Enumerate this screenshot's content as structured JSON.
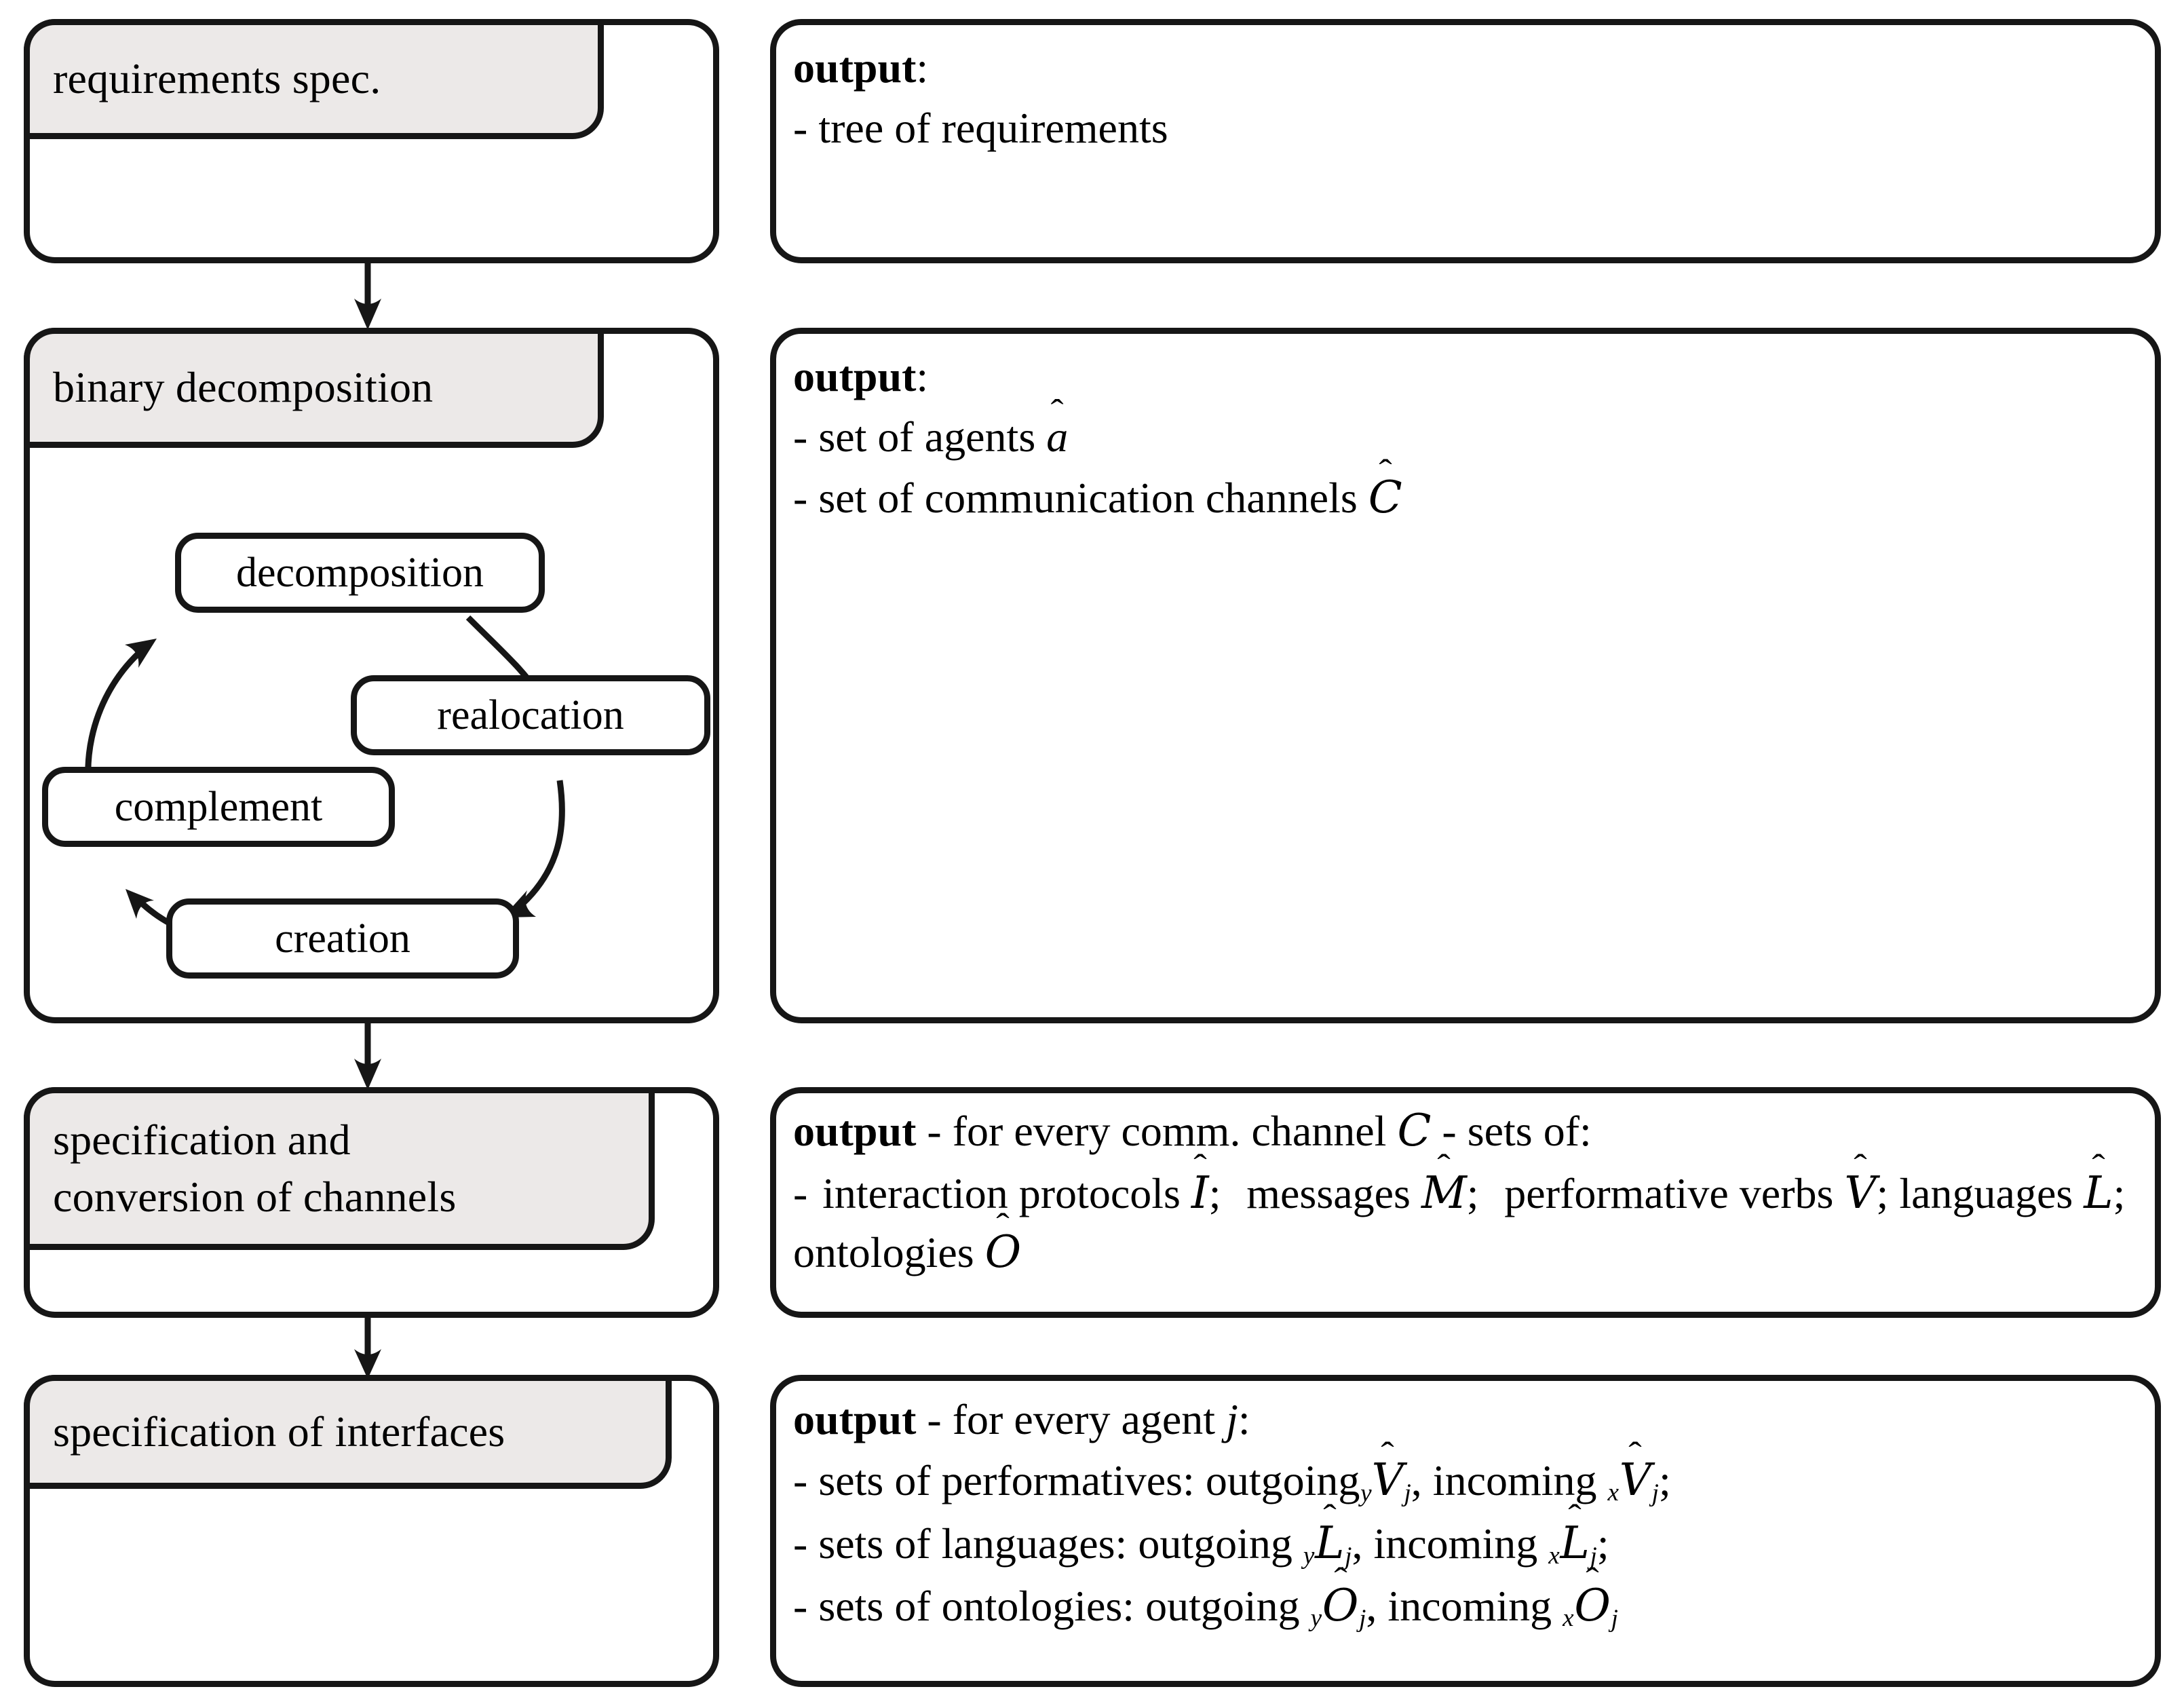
{
  "colors": {
    "stroke": "#161616",
    "title_fill": "#ece9e8",
    "page_bg": "#ffffff"
  },
  "stages": [
    {
      "id": "requirements-spec",
      "title": "requirements spec.",
      "output": {
        "heading": "output",
        "heading_suffix": ":",
        "items": [
          "- tree of requirements"
        ]
      }
    },
    {
      "id": "binary-decomposition",
      "title": "binary decomposition",
      "cycle": {
        "nodes": [
          {
            "id": "decomposition",
            "label": "decomposition"
          },
          {
            "id": "realocation",
            "label": "realocation"
          },
          {
            "id": "creation",
            "label": "creation"
          },
          {
            "id": "complement",
            "label": "complement"
          }
        ],
        "edges": [
          {
            "from": "decomposition",
            "to": "realocation"
          },
          {
            "from": "realocation",
            "to": "creation"
          },
          {
            "from": "creation",
            "to": "complement"
          },
          {
            "from": "complement",
            "to": "decomposition"
          }
        ]
      },
      "output": {
        "heading": "output",
        "heading_suffix": ":",
        "items": [
          "- set of agents â",
          "- set of communication channels Ĉ"
        ]
      }
    },
    {
      "id": "specification-and-conversion-of-channels",
      "title": "specification and\nconversion of channels",
      "output": {
        "heading": "output",
        "heading_suffix": " - for every comm. channel 𝒞 - sets of:",
        "items": [
          "-  interaction  protocols  Ĥ;  messages  M̂;  performative verbs  V̂;  languages  L̂;  ontologies  Ô"
        ]
      }
    },
    {
      "id": "specification-of-interfaces",
      "title": "specification of interfaces",
      "output": {
        "heading": "output",
        "heading_suffix": " - for every agent j:",
        "items": [
          "- sets of performatives: outgoing_y V̂_j, incoming _x V̂_j;",
          "- sets of languages: outgoing _y L̂_j, incoming _x L̂_j;",
          "- sets of ontologies: outgoing _y Ô_j, incoming _x Ô_j"
        ]
      }
    }
  ],
  "symbols": {
    "agents": "a",
    "channels_hat": "C",
    "channel_plain": "C",
    "protocols": "I",
    "messages": "M",
    "verbs": "V",
    "languages": "L",
    "ontologies": "O",
    "agent_index": "j",
    "outgoing_index": "y",
    "incoming_index": "x",
    "hat": "ˆ"
  },
  "labels": {
    "output_word": "output",
    "colon": ":",
    "dash": "-",
    "for_every_comm_channel": " - for every comm. channel ",
    "sets_of": " - sets of:",
    "for_every_agent": " - for every agent ",
    "agent_colon": ":",
    "tree_of_requirements": "tree of requirements",
    "set_of_agents": "set of agents ",
    "set_of_comm_channels": "set of communication channels ",
    "interaction_protocols": "interaction  protocols  ",
    "messages": "messages  ",
    "performative": "performative",
    "verbs": "verbs ",
    "languages_w": "languages ",
    "ontologies_w": "ontologies ",
    "sets_of_performatives": "sets of performatives: outgoing",
    "sets_of_languages": "sets of languages: outgoing ",
    "sets_of_ontologies": "sets of ontologies: outgoing ",
    "incoming": "incoming ",
    "semicolon": ";",
    "comma": ",",
    "semi_sp": "; "
  }
}
